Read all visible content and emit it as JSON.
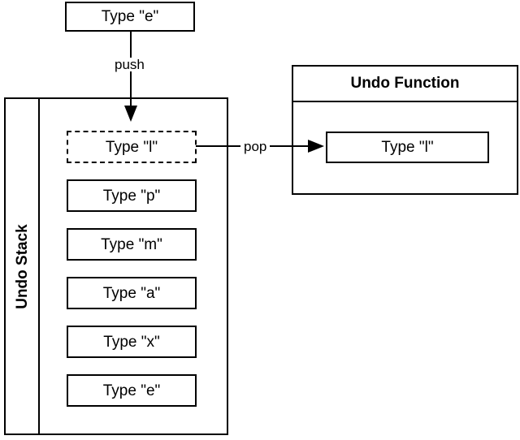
{
  "diagram": {
    "title_hidden": "",
    "input_node": {
      "label": "Type \"e\""
    },
    "push_edge": {
      "label": "push"
    },
    "pop_edge": {
      "label": "pop"
    },
    "undo_stack": {
      "label": "Undo Stack",
      "items": [
        {
          "label": "Type \"l\"",
          "style": "dashed"
        },
        {
          "label": "Type \"p\"",
          "style": "solid"
        },
        {
          "label": "Type \"m\"",
          "style": "solid"
        },
        {
          "label": "Type \"a\"",
          "style": "solid"
        },
        {
          "label": "Type \"x\"",
          "style": "solid"
        },
        {
          "label": "Type \"e\"",
          "style": "solid"
        }
      ]
    },
    "undo_function": {
      "title": "Undo Function",
      "node": {
        "label": "Type \"l\""
      }
    }
  },
  "colors": {
    "stroke": "#000000",
    "fill": "#ffffff",
    "text": "#000000"
  }
}
